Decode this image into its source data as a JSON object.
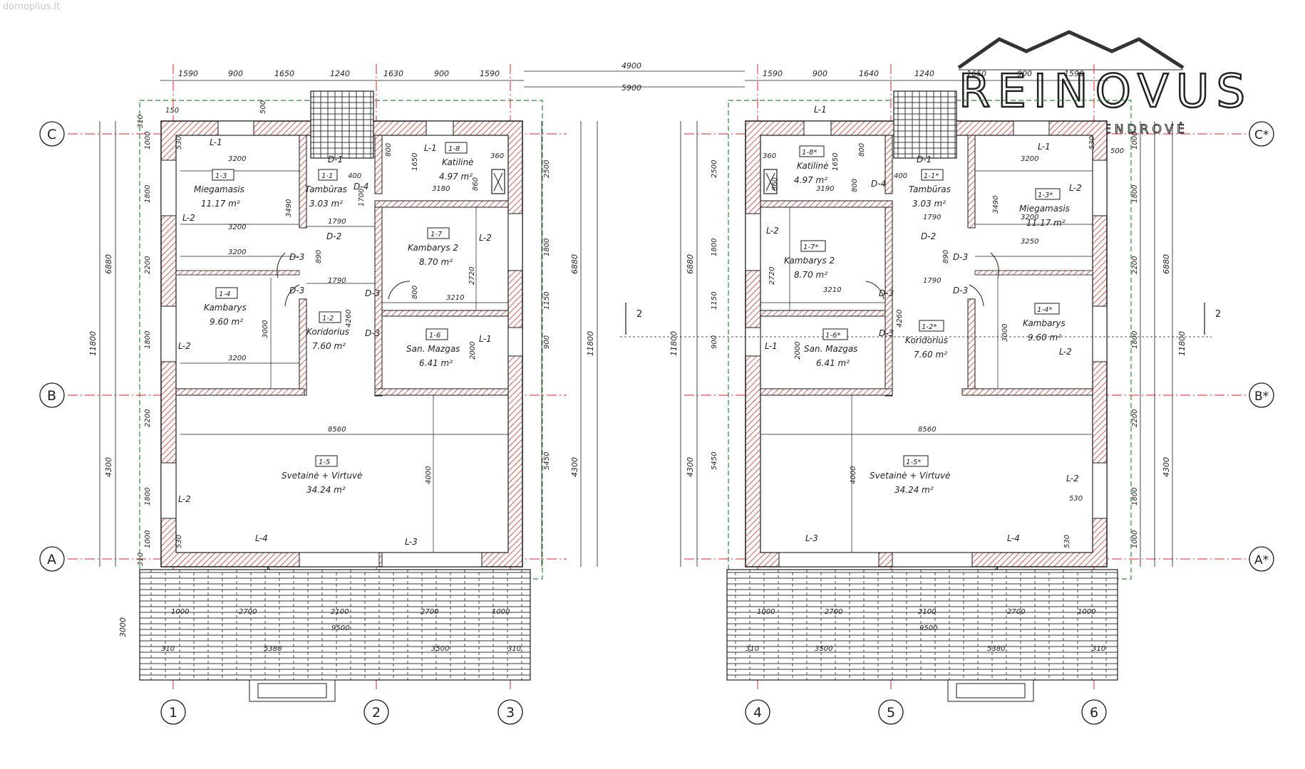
{
  "watermark": "domoplius.lt",
  "logo": {
    "name": "REINOVUS",
    "tagline": "UŽDAROJI AKCINĖ BENDROVĖ"
  },
  "axes": {
    "rows": [
      "C",
      "B",
      "A"
    ],
    "rows_mirror": [
      "C*",
      "B*",
      "A*"
    ],
    "cols_left": [
      "1",
      "2",
      "3"
    ],
    "cols_right": [
      "4",
      "5",
      "6"
    ]
  },
  "section_marker": "2",
  "dims_top_left": [
    "1590",
    "900",
    "1650",
    "1240",
    "1630",
    "900",
    "1590"
  ],
  "dims_top_right": [
    "1590",
    "900",
    "1640",
    "1240",
    "1650",
    "900",
    "1590"
  ],
  "dims_top_between": [
    "4900",
    "5900"
  ],
  "dims_left_side": [
    "310",
    "1000",
    "1800",
    "2200",
    "1800",
    "2200",
    "1800",
    "1000",
    "310"
  ],
  "dims_left_outer": [
    "6880",
    "4300",
    "11800"
  ],
  "dims_right_side_left": [
    "2500",
    "1800",
    "1150",
    "900",
    "5450"
  ],
  "dims_right_outer_left": [
    "6880",
    "4300",
    "11800"
  ],
  "dims_terrace_left": [
    "1000",
    "2700",
    "2100",
    "2700",
    "1000",
    "9500",
    "310",
    "5380",
    "3500",
    "310",
    "3000"
  ],
  "dims_terrace_right": [
    "1000",
    "2700",
    "2100",
    "2700",
    "1000",
    "9500",
    "310",
    "3500",
    "5380",
    "310"
  ],
  "rooms_left": [
    {
      "code": "1-3",
      "name": "Miegamasis",
      "area": "11.17 m²"
    },
    {
      "code": "1-1",
      "name": "Tambūras",
      "area": "3.03 m²"
    },
    {
      "code": "1-8",
      "name": "Katilinė",
      "area": "4.97 m²"
    },
    {
      "code": "1-4",
      "name": "Kambarys",
      "area": "9.60 m²"
    },
    {
      "code": "1-2",
      "name": "Koridorius",
      "area": "7.60 m²"
    },
    {
      "code": "1-7",
      "name": "Kambarys 2",
      "area": "8.70 m²"
    },
    {
      "code": "1-6",
      "name": "San. Mazgas",
      "area": "6.41 m²"
    },
    {
      "code": "1-5",
      "name": "Svetainė + Virtuvė",
      "area": "34.24 m²"
    }
  ],
  "rooms_right": [
    {
      "code": "1-8*",
      "name": "Katilinė",
      "area": "4.97 m²"
    },
    {
      "code": "1-1*",
      "name": "Tambūras",
      "area": "3.03 m²"
    },
    {
      "code": "1-3*",
      "name": "Miegamasis",
      "area": "11.17 m²"
    },
    {
      "code": "1-7*",
      "name": "Kambarys 2",
      "area": "8.70 m²"
    },
    {
      "code": "1-2*",
      "name": "Koridorius",
      "area": "7.60 m²"
    },
    {
      "code": "1-6*",
      "name": "San. Mazgas",
      "area": "6.41 m²"
    },
    {
      "code": "1-4*",
      "name": "Kambarys",
      "area": "9.60 m²"
    },
    {
      "code": "1-5*",
      "name": "Svetainė + Virtuvė",
      "area": "34.24 m²"
    }
  ],
  "tags": {
    "L1": "L-1",
    "L2": "L-2",
    "L3": "L-3",
    "L4": "L-4",
    "D1": "D-1",
    "D2": "D-2",
    "D3": "D-3",
    "D4": "D-4"
  },
  "inner_dims": {
    "w3200": "3200",
    "w3490": "3490",
    "w1790": "1790",
    "w3180": "3180",
    "w3190": "3190",
    "w2720": "2720",
    "w3210": "3210",
    "w3000": "3000",
    "w2000": "2000",
    "w4260": "4260",
    "w8560": "8560",
    "w4000": "4000",
    "w530": "530",
    "w360": "360",
    "w860": "860",
    "w1650": "1650",
    "w1700": "1700",
    "w800": "800",
    "w890": "890",
    "w400": "400",
    "w150": "150",
    "w500": "500",
    "w3250": "3250",
    "w860b": "860",
    "w1000": "1000"
  },
  "colors": {
    "axis": "#e0212b",
    "green": "#2e8b3a",
    "wall_hatch": "#c0392b",
    "line": "#1a1a1a"
  }
}
